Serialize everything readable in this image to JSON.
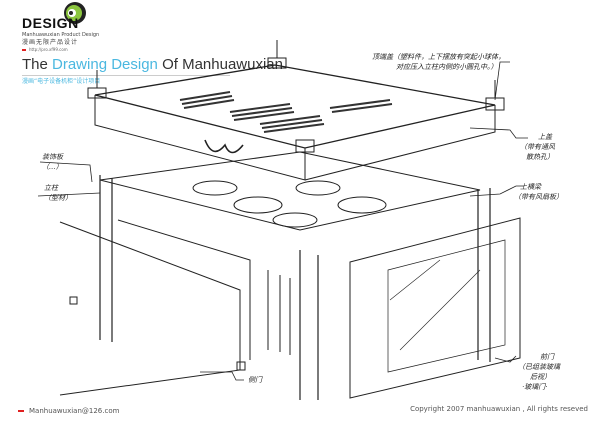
{
  "brand": {
    "logo_word": "DESIGN",
    "logo_sub": "Manhuawuxian Product Design",
    "logo_cn": "漫画无限产品设计",
    "logo_url": "http://pro.xf99.com",
    "accent_green": "#8cc63f",
    "accent_blue": "#4bb8e0"
  },
  "header": {
    "title_pre": "The ",
    "title_highlight": "Drawing Design",
    "title_post": " Of Manhuawuxian",
    "subtitle": "漫画“电子设备机柜”设计项目"
  },
  "annotations": {
    "top_cap_1": "顶端盖（塑料件，上下摆放有突起小球体，",
    "top_cap_2": "对应压入立柱内侧的小圆孔中。）",
    "top_cover_1": "上盖",
    "top_cover_2": "（带有通风",
    "top_cover_3": "散热孔）",
    "upper_beam_1": "上横梁",
    "upper_beam_2": "（带有风扇板）",
    "trim_panel_1": "装饰板",
    "trim_panel_2": "（...）",
    "pillar_1": "立柱",
    "pillar_2": "（型材）",
    "side_door": "侧门",
    "front_door_1": "前门",
    "front_door_2": "（已组装玻璃",
    "front_door_3": "后视）",
    "front_door_4": "·玻璃门·"
  },
  "footer": {
    "email": "Manhuawuxian@126.com",
    "copyright": "Copyright 2007 manhuawuxian , All rights reseved"
  }
}
